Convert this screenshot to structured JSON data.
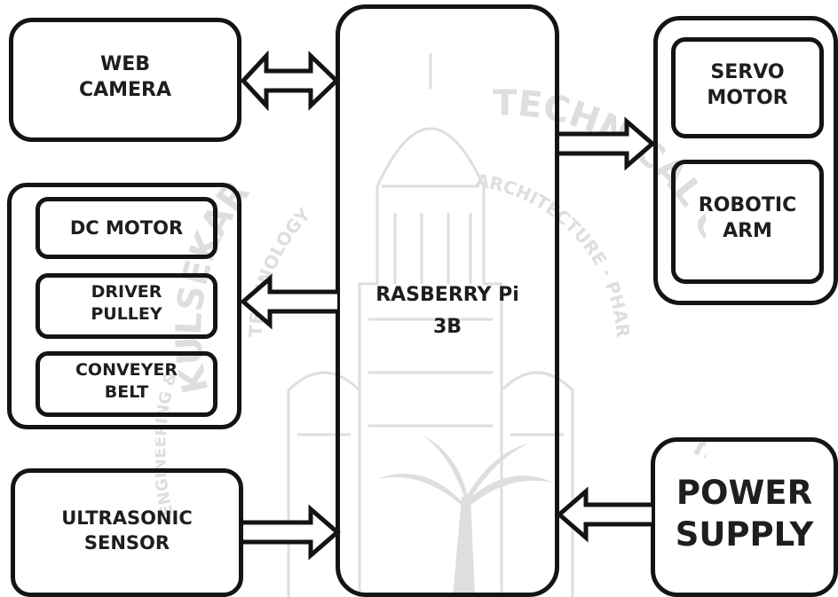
{
  "blocks": {
    "web_camera": "WEB\nCAMERA",
    "raspberry_pi": "RASBERRY Pi\n3B",
    "servo_motor": "SERVO\nMOTOR",
    "robotic_arm": "ROBOTIC\nARM",
    "dc_motor": "DC MOTOR",
    "driver_pulley": "DRIVER\nPULLEY",
    "conveyer_belt": "CONVEYER\nBELT",
    "ultrasonic_sensor": "ULTRASONIC\nSENSOR",
    "power_supply": "POWER\nSUPPLY"
  },
  "watermark": {
    "arc_left": "KULSEKAR",
    "arc_left_small": "TECHNOLOGY",
    "arc_right": "TECHNICAL CAMPUS, NEW P",
    "arc_right_small": "ARCHITECTURE · PHARMACY",
    "side_small": "ENGINEERING &"
  },
  "colors": {
    "line": "#141414",
    "text": "#1e1e1e",
    "watermark": "#6b6b6b"
  }
}
